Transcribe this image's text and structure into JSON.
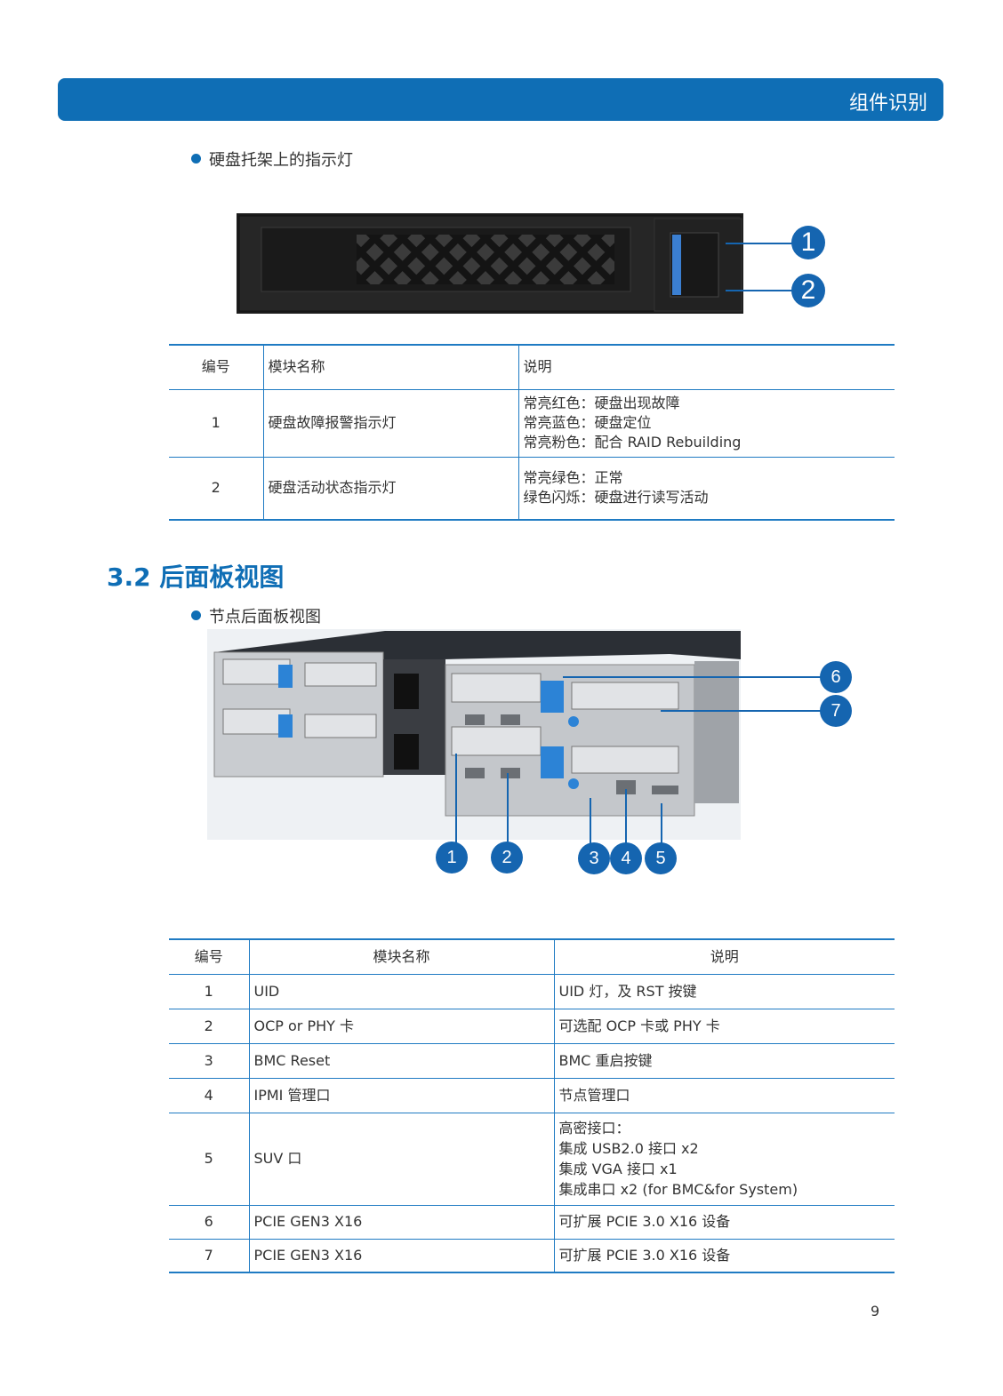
{
  "header": {
    "title": "组件识别"
  },
  "drive_tray": {
    "bullet": "硬盘托架上的指示灯",
    "callouts": [
      "1",
      "2"
    ],
    "table": {
      "headers": [
        "编号",
        "模块名称",
        "说明"
      ],
      "rows": [
        {
          "no": "1",
          "name": "硬盘故障报警指示灯",
          "desc": [
            "常亮红色：硬盘出现故障",
            "常亮蓝色：硬盘定位",
            "常亮粉色：配合 RAID Rebuilding"
          ]
        },
        {
          "no": "2",
          "name": "硬盘活动状态指示灯",
          "desc": [
            "常亮绿色：正常",
            "绿色闪烁：硬盘进行读写活动"
          ]
        }
      ]
    }
  },
  "section": {
    "title": "3.2 后面板视图"
  },
  "rear_panel": {
    "bullet": "节点后面板视图",
    "callouts": [
      "1",
      "2",
      "3",
      "4",
      "5",
      "6",
      "7"
    ],
    "table": {
      "headers": [
        "编号",
        "模块名称",
        "说明"
      ],
      "rows": [
        {
          "no": "1",
          "name": "UID",
          "desc": [
            "UID 灯，及 RST 按键"
          ]
        },
        {
          "no": "2",
          "name": "OCP or PHY 卡",
          "desc": [
            "可选配 OCP 卡或 PHY 卡"
          ]
        },
        {
          "no": "3",
          "name": "BMC Reset",
          "desc": [
            "BMC 重启按键"
          ]
        },
        {
          "no": "4",
          "name": "IPMI 管理口",
          "desc": [
            "节点管理口"
          ]
        },
        {
          "no": "5",
          "name": "SUV 口",
          "desc": [
            "高密接口：",
            "集成 USB2.0 接口 x2",
            "集成 VGA 接口 x1",
            "集成串口 x2 (for BMC&for System)"
          ]
        },
        {
          "no": "6",
          "name": "PCIE GEN3 X16",
          "desc": [
            "可扩展 PCIE 3.0 X16 设备"
          ]
        },
        {
          "no": "7",
          "name": "PCIE GEN3 X16",
          "desc": [
            "可扩展 PCIE 3.0 X16 设备"
          ]
        }
      ]
    }
  },
  "page_number": "9",
  "colors": {
    "accent": "#0f6eb5",
    "callout": "#1565b0",
    "rule": "#1f7bc3"
  }
}
